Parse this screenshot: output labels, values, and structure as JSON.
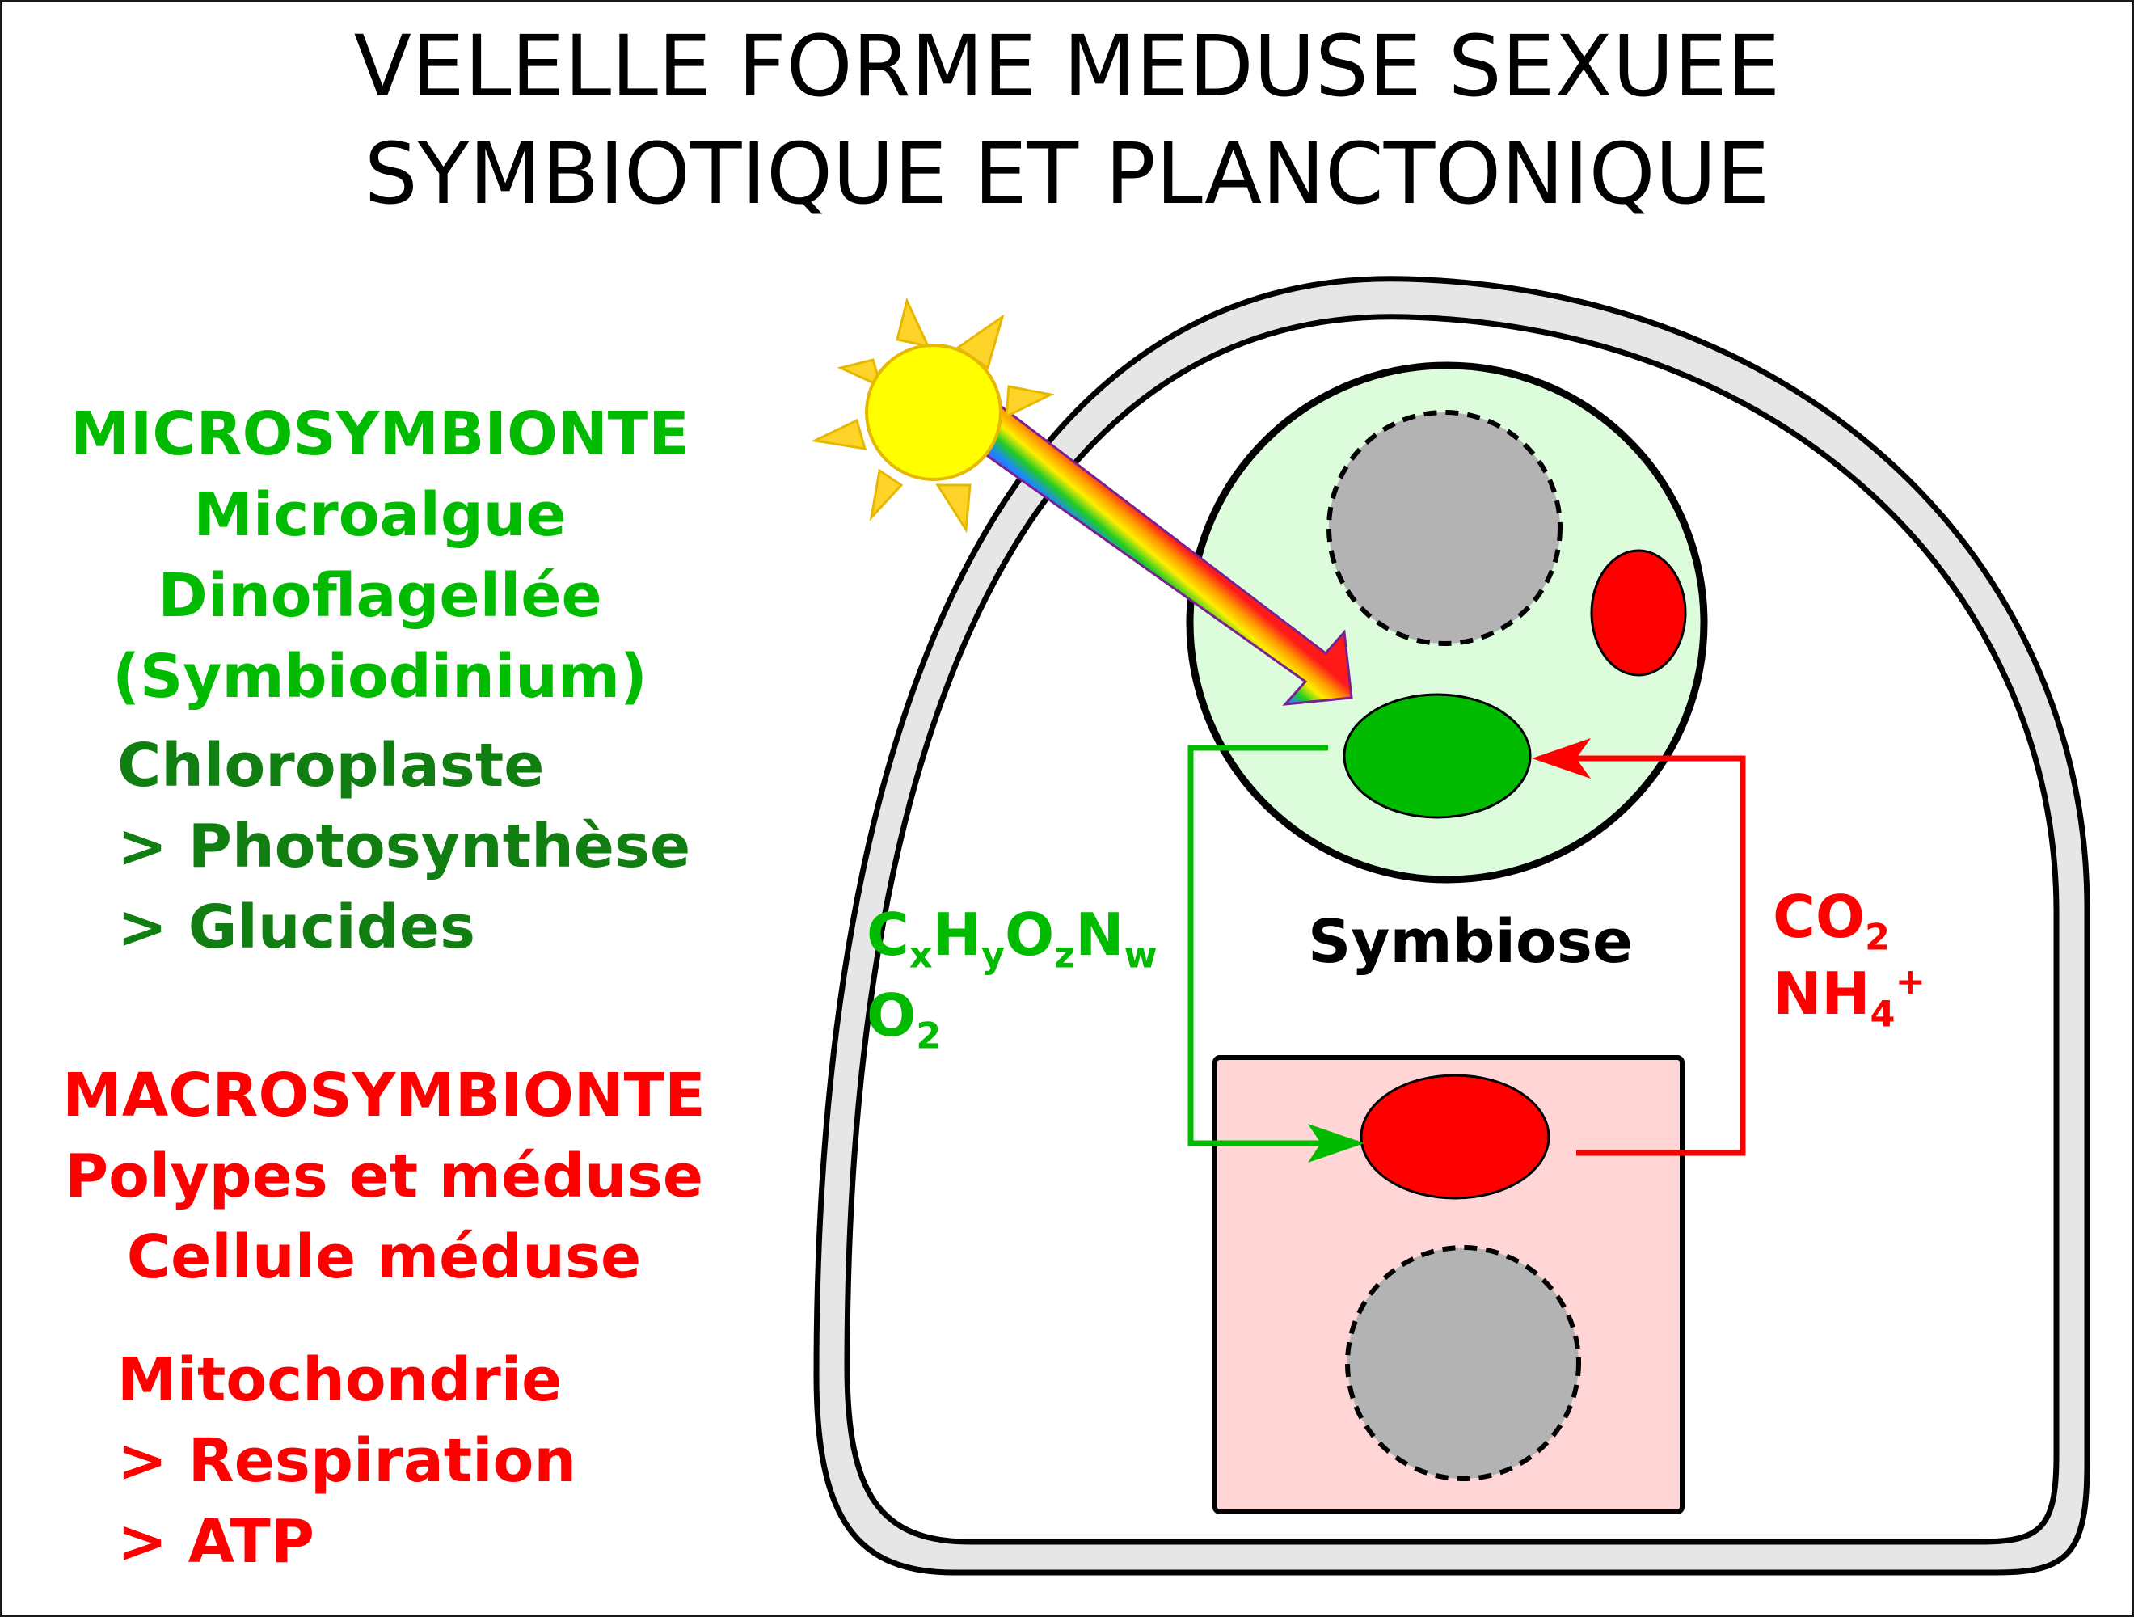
{
  "title": {
    "line1": "VELELLE FORME MEDUSE SEXUEE",
    "line2": "SYMBIOTIQUE ET PLANCTONIQUE"
  },
  "micro": {
    "heading": "MICROSYMBIONTE",
    "line1": "Microalgue",
    "line2": "Dinoflagellée",
    "line3": "(Symbiodinium)",
    "organelle": "Chloroplaste",
    "process": "> Photosynthèse",
    "product": "> Glucides"
  },
  "macro": {
    "heading": "MACROSYMBIONTE",
    "line1": "Polypes et méduse",
    "line2": "Cellule méduse",
    "organelle": "Mitochondrie",
    "process": "> Respiration",
    "product": "> ATP"
  },
  "center_label": "Symbiose",
  "flow_green": {
    "c": "C",
    "x": "x",
    "h": "H",
    "y": "y",
    "o": "O",
    "z": "z",
    "n": "N",
    "w": "w",
    "o2_base": "O",
    "o2_sub": "2"
  },
  "flow_red": {
    "co_base": "CO",
    "co_sub": "2",
    "nh_base": "NH",
    "nh_sub": "4",
    "nh_sup": "+"
  },
  "colors": {
    "green_text": "#00bb00",
    "dark_green_text": "#107e10",
    "red": "#ff0000",
    "algae_fill": "#dcfcdc",
    "host_fill": "#ffd5d5",
    "nucleus_fill": "#b3b3b3",
    "chloroplast_fill": "#00bb00",
    "sun_fill": "#ffff00",
    "ray_fill": "#ffd42a"
  }
}
